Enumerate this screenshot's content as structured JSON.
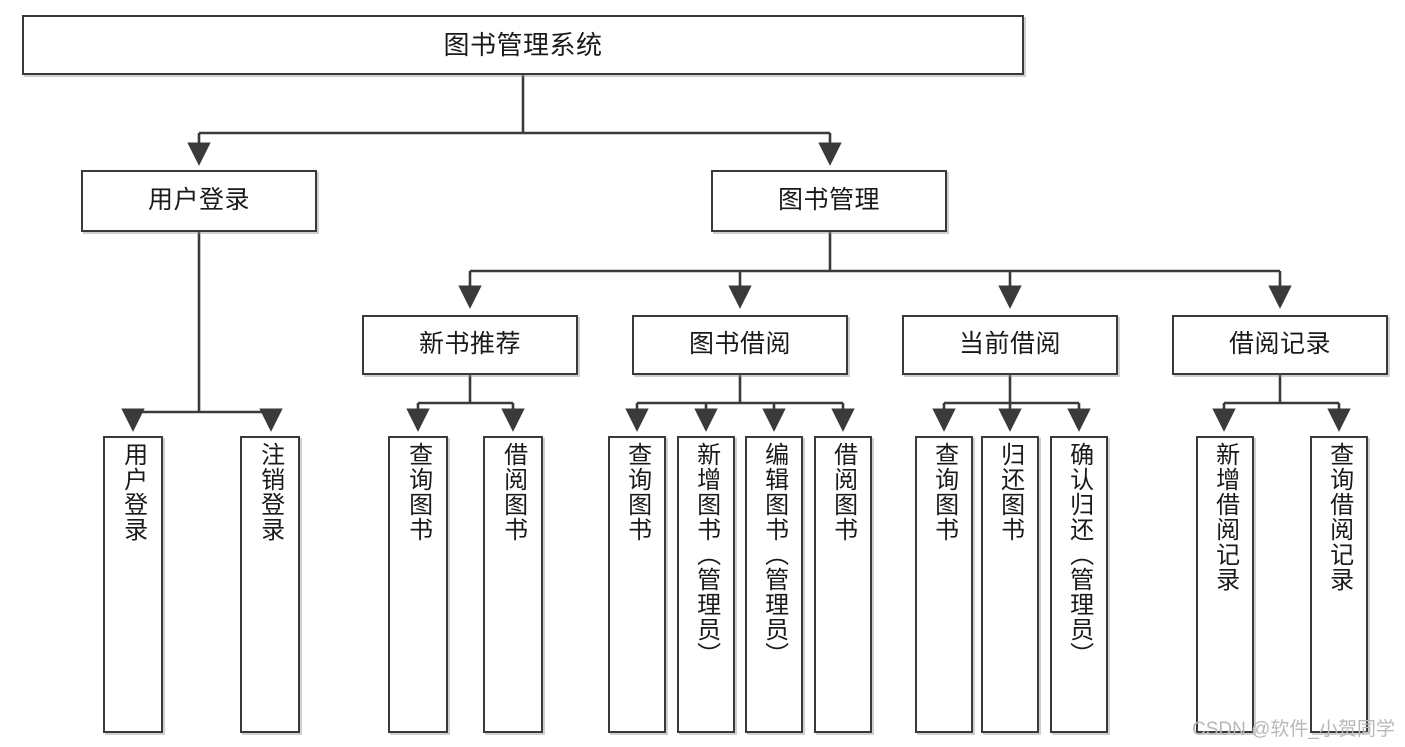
{
  "diagram": {
    "type": "tree",
    "title": "图书管理系统",
    "watermark": "CSDN @软件_小贺同学",
    "colors": {
      "box_border": "#3a3a3a",
      "box_fill": "#ffffff",
      "edge": "#3a3a3a",
      "text": "#1a1a1a",
      "watermark": "#b8b8b8"
    },
    "nodes": {
      "root": "图书管理系统",
      "level2": {
        "user_login": "用户登录",
        "book_manage": "图书管理"
      },
      "level3": {
        "new_book_rec": "新书推荐",
        "book_borrow": "图书借阅",
        "current_borrow": "当前借阅",
        "borrow_record": "借阅记录"
      },
      "leaves": {
        "user_login_1": "用户登录",
        "user_login_2": "注销登录",
        "new_book_rec_1": "查询图书",
        "new_book_rec_2": "借阅图书",
        "book_borrow_1": "查询图书",
        "book_borrow_2": "新增图书（管理员）",
        "book_borrow_3": "编辑图书（管理员）",
        "book_borrow_4": "借阅图书",
        "current_borrow_1": "查询图书",
        "current_borrow_2": "归还图书",
        "current_borrow_3": "确认归还（管理员）",
        "borrow_record_1": "新增借阅记录",
        "borrow_record_2": "查询借阅记录"
      }
    },
    "edges": [
      {
        "from": "root",
        "to": "user_login"
      },
      {
        "from": "root",
        "to": "book_manage"
      },
      {
        "from": "user_login",
        "to": "user_login_1"
      },
      {
        "from": "user_login",
        "to": "user_login_2"
      },
      {
        "from": "book_manage",
        "to": "new_book_rec"
      },
      {
        "from": "book_manage",
        "to": "book_borrow"
      },
      {
        "from": "book_manage",
        "to": "current_borrow"
      },
      {
        "from": "book_manage",
        "to": "borrow_record"
      },
      {
        "from": "new_book_rec",
        "to": "new_book_rec_1"
      },
      {
        "from": "new_book_rec",
        "to": "new_book_rec_2"
      },
      {
        "from": "book_borrow",
        "to": "book_borrow_1"
      },
      {
        "from": "book_borrow",
        "to": "book_borrow_2"
      },
      {
        "from": "book_borrow",
        "to": "book_borrow_3"
      },
      {
        "from": "book_borrow",
        "to": "book_borrow_4"
      },
      {
        "from": "current_borrow",
        "to": "current_borrow_1"
      },
      {
        "from": "current_borrow",
        "to": "current_borrow_2"
      },
      {
        "from": "current_borrow",
        "to": "current_borrow_3"
      },
      {
        "from": "borrow_record",
        "to": "borrow_record_1"
      },
      {
        "from": "borrow_record",
        "to": "borrow_record_2"
      }
    ]
  }
}
